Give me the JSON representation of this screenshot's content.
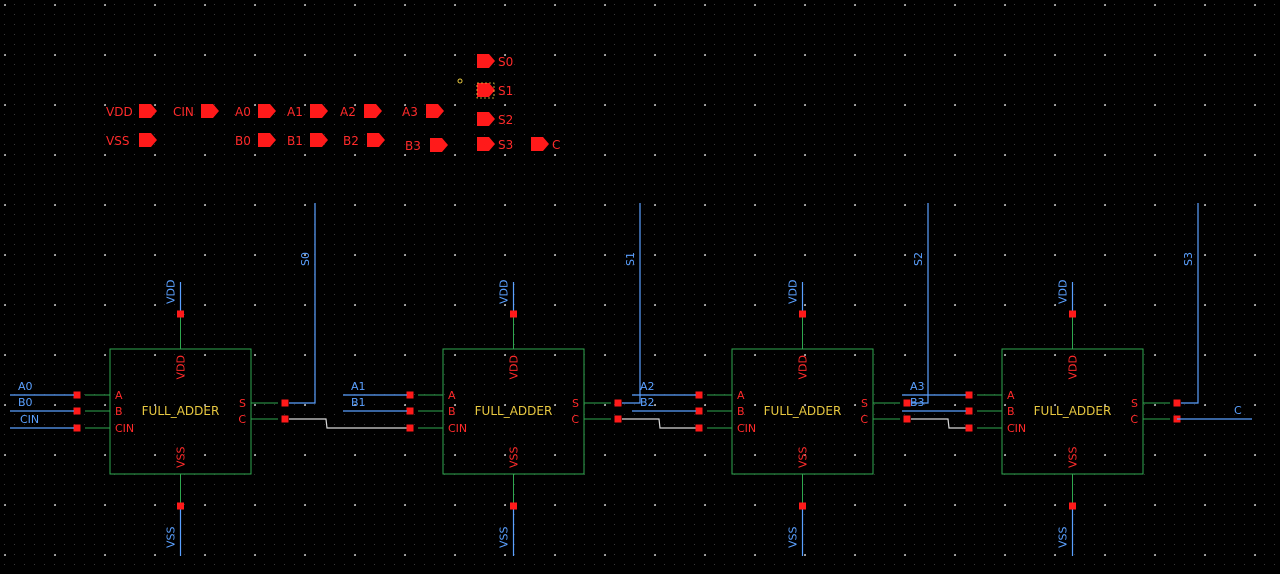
{
  "colors": {
    "background": "#000000",
    "grid_dot": "#3a3a3a",
    "pin": "#ff1a1a",
    "wire": "#5aa0ff",
    "box": "#2fa84f",
    "instance_name": "#e8c840"
  },
  "pins": {
    "vdd": "VDD",
    "vss": "VSS",
    "cin": "CIN",
    "a0": "A0",
    "a1": "A1",
    "a2": "A2",
    "a3": "A3",
    "b0": "B0",
    "b1": "B1",
    "b2": "B2",
    "b3": "B3",
    "s0": "S0",
    "s1": "S1",
    "s2": "S2",
    "s3": "S3",
    "c": "C"
  },
  "instances": [
    {
      "name": "FULL_ADDER",
      "in_a": "A0",
      "in_b": "B0",
      "in_cin": "CIN",
      "out_s": "S0"
    },
    {
      "name": "FULL_ADDER",
      "in_a": "A1",
      "in_b": "B1",
      "in_cin": "",
      "out_s": "S1"
    },
    {
      "name": "FULL_ADDER",
      "in_a": "A2",
      "in_b": "B2",
      "in_cin": "",
      "out_s": "S2"
    },
    {
      "name": "FULL_ADDER",
      "in_a": "A3",
      "in_b": "B3",
      "in_cin": "",
      "out_s": "S3"
    }
  ],
  "ports": {
    "vdd": "VDD",
    "vss": "VSS",
    "a": "A",
    "b": "B",
    "cin": "CIN",
    "s": "S",
    "c": "C"
  },
  "nets": {
    "vdd": "VDD",
    "vss": "VSS",
    "carry_out": "C"
  }
}
